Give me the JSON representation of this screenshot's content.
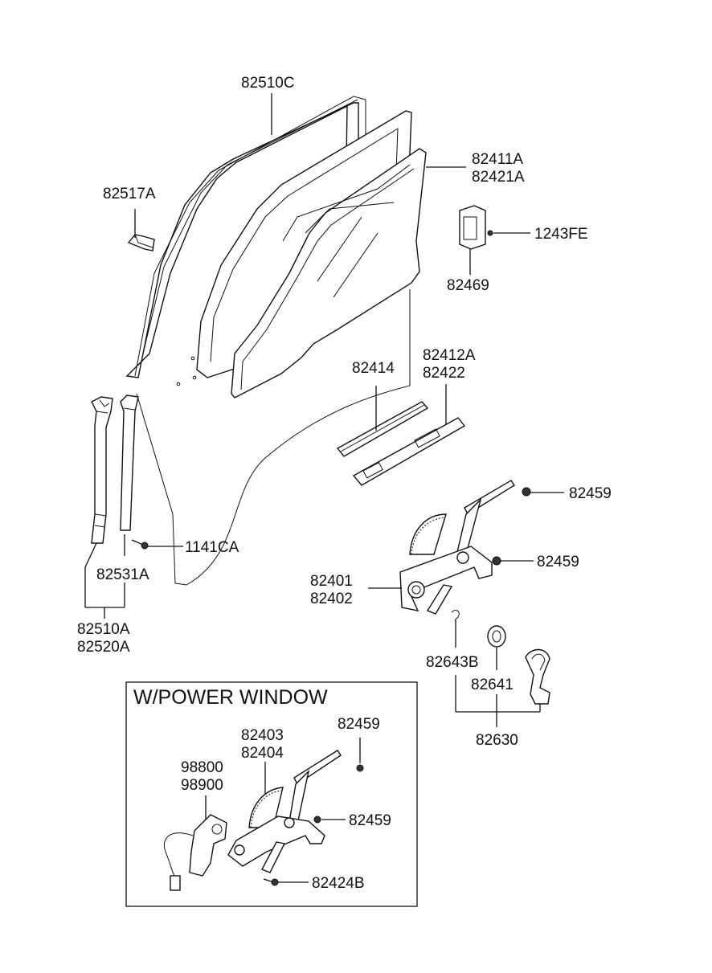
{
  "labels": {
    "p82510C": "82510C",
    "p82517A": "82517A",
    "p82411A": "82411A",
    "p82421A": "82421A",
    "p1243FE": "1243FE",
    "p82469": "82469",
    "p82414": "82414",
    "p82412A": "82412A",
    "p82422": "82422",
    "p82459a": "82459",
    "p82459b": "82459",
    "p1141CA": "1141CA",
    "p82531A": "82531A",
    "p82401": "82401",
    "p82402": "82402",
    "p82510A": "82510A",
    "p82520A": "82520A",
    "p82643B": "82643B",
    "p82641": "82641",
    "p82630": "82630"
  },
  "power_window": {
    "title": "W/POWER WINDOW",
    "labels": {
      "p82403": "82403",
      "p82404": "82404",
      "p82459top": "82459",
      "p98800": "98800",
      "p98900": "98900",
      "p82459mid": "82459",
      "p82424B": "82424B"
    }
  }
}
